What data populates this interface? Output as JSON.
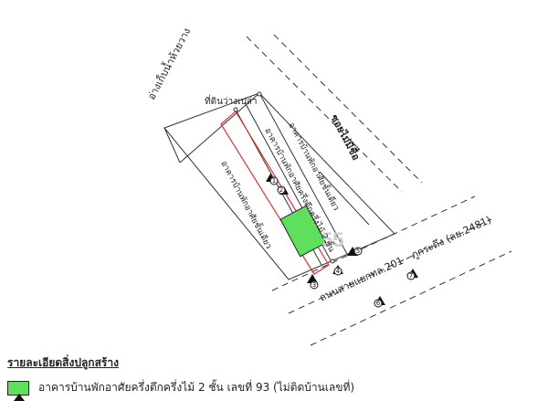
{
  "labels": {
    "reservoir": "อ่างเก็บน้ำห้วยวาง",
    "vacant_land": "ที่ดินว่างเปล่า",
    "soi": "ซอยไม่มีชื่อ",
    "bldg_1storey": "อาคารบ้านพักอาศัยชั้นเดียว",
    "bldg_2storey": "อาคารบ้านพักอาศัยครึ่งตึกครึ่งไม้ 2 ชั้น",
    "bldg_left": "อาคารบ้านพักอาศัยชั้นเดียว",
    "road": "ถนนสายแยกทล.201 - ภูกระดึง (ลย.2481)",
    "watermark": "55"
  },
  "markers": [
    "1",
    "2",
    "3",
    "4",
    "5",
    "6",
    "7",
    "8"
  ],
  "legend": {
    "title": "รายละเอียดสิ่งปลูกสร้าง",
    "item1": "อาคารบ้านพักอาศัยครึ่งตึกครึ่งไม้ 2 ชั้น เลขที่ 93  (ไม่ติดบ้านเลขที่)"
  },
  "colors": {
    "building_fill": "#5ee05e",
    "subject_outline": "#e23030",
    "line": "#333333"
  }
}
